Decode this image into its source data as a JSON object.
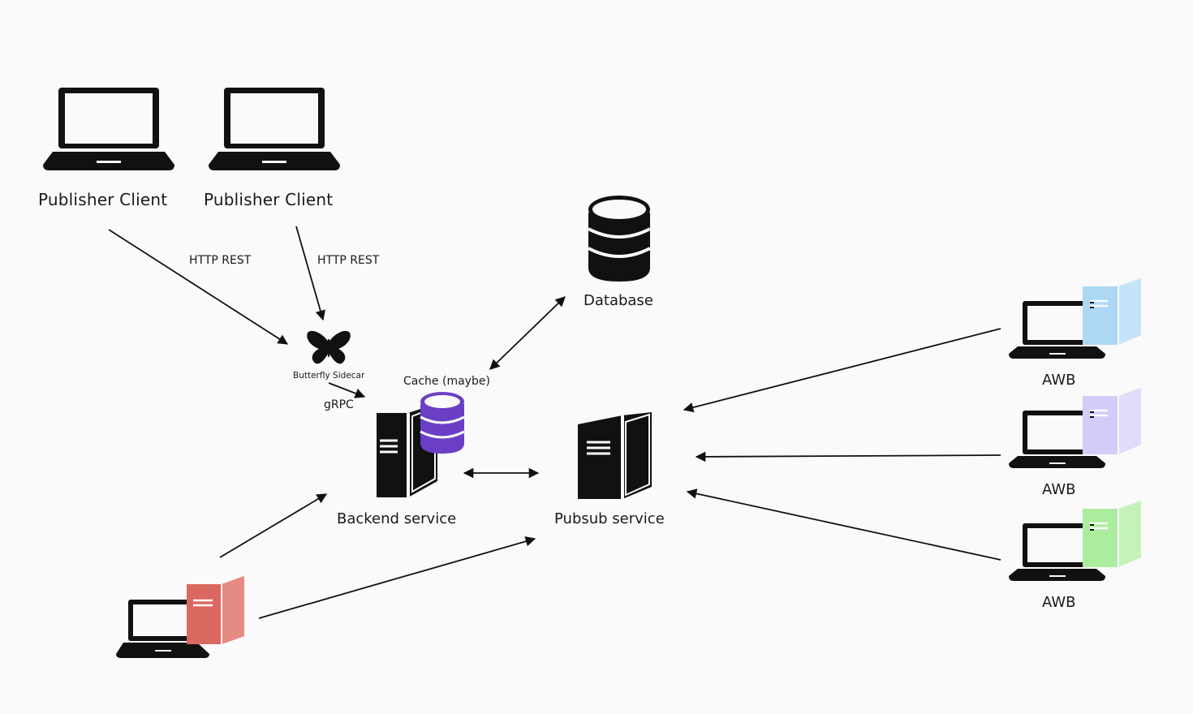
{
  "labels": {
    "publisher_client_1": "Publisher Client",
    "publisher_client_2": "Publisher Client",
    "http_rest_1": "HTTP REST",
    "http_rest_2": "HTTP REST",
    "butterfly_sidecar": "Butterfly Sidecar",
    "grpc": "gRPC",
    "cache": "Cache (maybe)",
    "database": "Database",
    "backend_service": "Backend service",
    "pubsub_service": "Pubsub service",
    "awb_1": "AWB",
    "awb_2": "AWB",
    "awb_3": "AWB"
  },
  "icons": {
    "publisher_client_1": "laptop-icon",
    "publisher_client_2": "laptop-icon",
    "database": "database-icon",
    "butterfly": "butterfly-icon",
    "backend_service": "server-icon",
    "cache": "database-icon",
    "pubsub_service": "server-icon",
    "bottom_node": "laptop-server-icon",
    "awb_1": "laptop-server-icon",
    "awb_2": "laptop-server-icon",
    "awb_3": "laptop-server-icon"
  },
  "colors": {
    "cache": "#6a3fc6",
    "bottom_node_server": "#dc6961",
    "awb_1_server": "#acd8f6",
    "awb_2_server": "#d5cbf8",
    "awb_3_server": "#acec9e"
  }
}
